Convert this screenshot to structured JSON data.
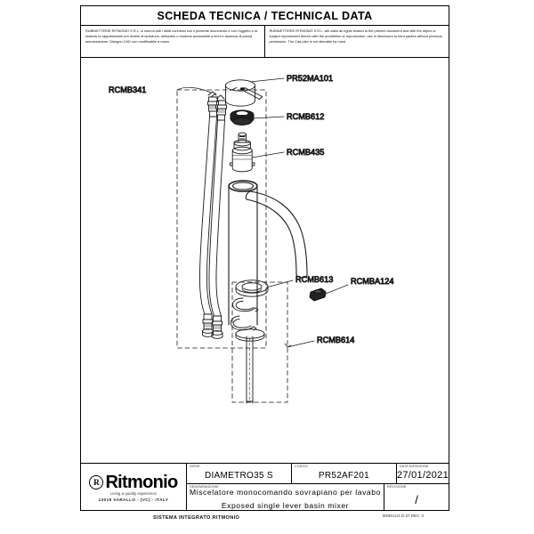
{
  "header": {
    "title": "SCHEDA TECNICA / TECHNICAL DATA",
    "note_it": "RUBINETTERIE RITMONIO S.R.L. si riserva tutti i diritti connessi con il presente documento e con l'oggetto o la materia ivi rappresentati con divieto di riprodurlo, utilizzarlo o renderlo accessibile a terzi in assenza di previa autorizzazione. Disegno CAD non modificabile a mano",
    "note_en": "RUBINETTERIE RITMONIO S.R.L. will claim all rights related to the present document and with the object or subject represented therein with the prohibition  of reproduction, use or disclosure to third parties without previous permission.  The Cad plan is not alterable by hand"
  },
  "drawing": {
    "callouts": [
      {
        "code": "PR52MA101",
        "part": "lever-handle"
      },
      {
        "code": "RCMB612",
        "part": "handle-collar-ring"
      },
      {
        "code": "RCMB435",
        "part": "mixer-cartridge"
      },
      {
        "code": "RCMB341",
        "part": "flexible-hose-pair"
      },
      {
        "code": "RCMBA124",
        "part": "aerator"
      },
      {
        "code": "RCMB613",
        "part": "base-gasket"
      },
      {
        "code": "RCMB614",
        "part": "fixing-bracket-stud"
      }
    ]
  },
  "titleblock": {
    "logo": {
      "mark": "R",
      "word": "Ritmonio",
      "tagline": "Living a quality experience",
      "address": "13019 VARALLO - (VC) - ITALY"
    },
    "fields": {
      "serie_label": "SERIE",
      "serie_value": "DIAMETRO35  S",
      "codice_label": "CODICE",
      "codice_value": "PR52AF201",
      "data_label": "DATA EMISSIONE",
      "data_value": "27/01/2021",
      "denom_label": "DENOMINAZIONE",
      "denom_value_it": "Miscelatore  monocomando  sovrapiano  per  lavabo",
      "denom_value_en": "Exposed  single  lever  basin  mixer",
      "rev_label": "REVISIONE",
      "rev_value": "/"
    }
  },
  "footer": {
    "system": "SISTEMA INTEGRATO RITMONIO",
    "module": "MODULO D.37 REV. 3"
  }
}
